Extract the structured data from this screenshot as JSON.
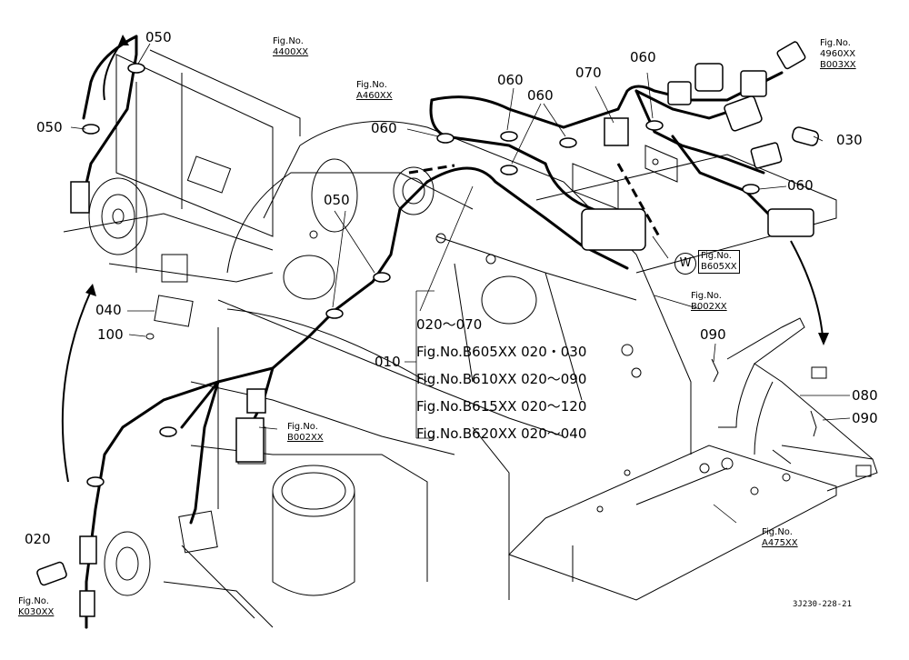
{
  "callouts": {
    "c050a": "050",
    "c050b": "050",
    "c050c": "050",
    "c060a": "060",
    "c060b": "060",
    "c060c": "060",
    "c060d": "060",
    "c060e": "060",
    "c070": "070",
    "c030": "030",
    "c040": "040",
    "c100": "100",
    "c010": "010",
    "c020": "020",
    "c080": "080",
    "c090a": "090",
    "c090b": "090"
  },
  "figrefs": {
    "f4400": {
      "label": "Fig.No.",
      "num": "4400XX"
    },
    "fA460": {
      "label": "Fig.No.",
      "num": "A460XX"
    },
    "f4960": {
      "label": "Fig.No.",
      "num": "4960XX",
      "num2": "B003XX"
    },
    "fB605": {
      "label": "Fig.No.",
      "num": "B605XX"
    },
    "fB002r": {
      "label": "Fig.No.",
      "num": "B002XX"
    },
    "fB002c": {
      "label": "Fig.No.",
      "num": "B002XX"
    },
    "fA475": {
      "label": "Fig.No.",
      "num": "A475XX"
    },
    "fK030": {
      "label": "Fig.No.",
      "num": "K030XX"
    }
  },
  "w_marker": "W",
  "note_lines": [
    "020～070",
    "Fig.No.B605XX  020・030",
    "Fig.No.B610XX  020～090",
    "Fig.No.B615XX  020～120",
    "Fig.No.B620XX  020～040"
  ],
  "drawing_code": "3J230-228-21"
}
